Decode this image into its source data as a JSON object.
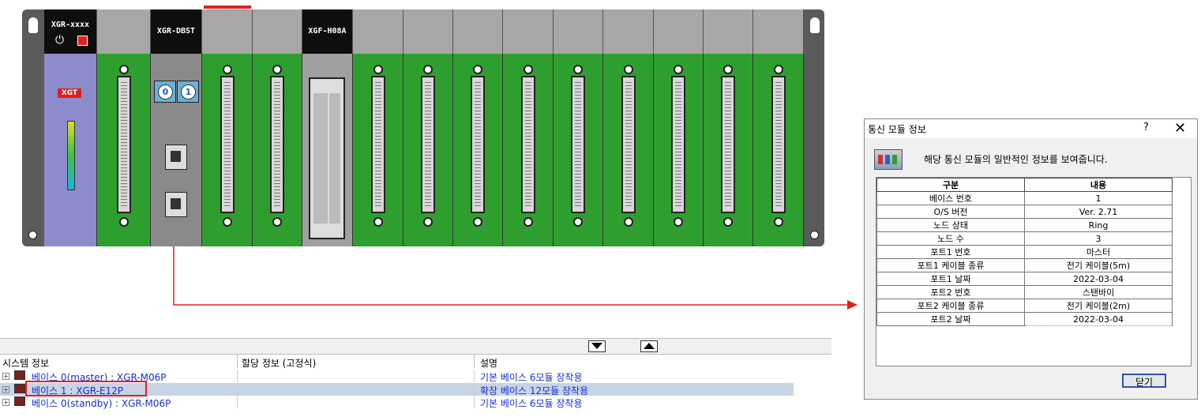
{
  "rack": {
    "cpu_label": "XGR-xxxx",
    "duplex_label": "XGR-DBST",
    "io_label": "XGF-H08A",
    "xgt_logo": "XGT",
    "switch_0": "0",
    "switch_1": "1"
  },
  "dialog": {
    "title": "통신 모듈 정보",
    "help": "?",
    "close": "✕",
    "description": "해당 통신 모듈의 일반적인 정보를 보여줍니다.",
    "columns": [
      "구분",
      "내용"
    ],
    "rows": [
      {
        "label": "베이스 번호",
        "value": "1"
      },
      {
        "label": "O/S 버전",
        "value": "Ver. 2.71"
      },
      {
        "label": "노드 상태",
        "value": "Ring"
      },
      {
        "label": "노드 수",
        "value": "3"
      },
      {
        "label": "포트1 번호",
        "value": "마스터"
      },
      {
        "label": "포트1 케이블 종류",
        "value": "전기 케이블(5m)"
      },
      {
        "label": "포트1 날짜",
        "value": "2022-03-04"
      },
      {
        "label": "포트2 번호",
        "value": "스탠바이"
      },
      {
        "label": "포트2 케이블 종류",
        "value": "전기 케이블(2m)"
      },
      {
        "label": "포트2 날짜",
        "value": "2022-03-04"
      }
    ],
    "close_button": "닫기"
  },
  "list": {
    "headers": [
      "시스템 정보",
      "할당 정보 (고정식)",
      "설명"
    ],
    "rows": [
      {
        "name": "베이스 0(master) : XGR-M06P",
        "desc": "기본 베이스 6모듈 장착용",
        "selected": false
      },
      {
        "name": "베이스 1 : XGR-E12P",
        "desc": "확장 베이스 12모듈 장착용",
        "selected": true
      },
      {
        "name": "베이스 0(standby) : XGR-M06P",
        "desc": "기본 베이스 6모듈 장착용",
        "selected": false
      }
    ]
  },
  "colors": {
    "rack_green": "#2e9f2e",
    "highlight_red": "#e02020",
    "link_blue": "#1a2fd6"
  }
}
